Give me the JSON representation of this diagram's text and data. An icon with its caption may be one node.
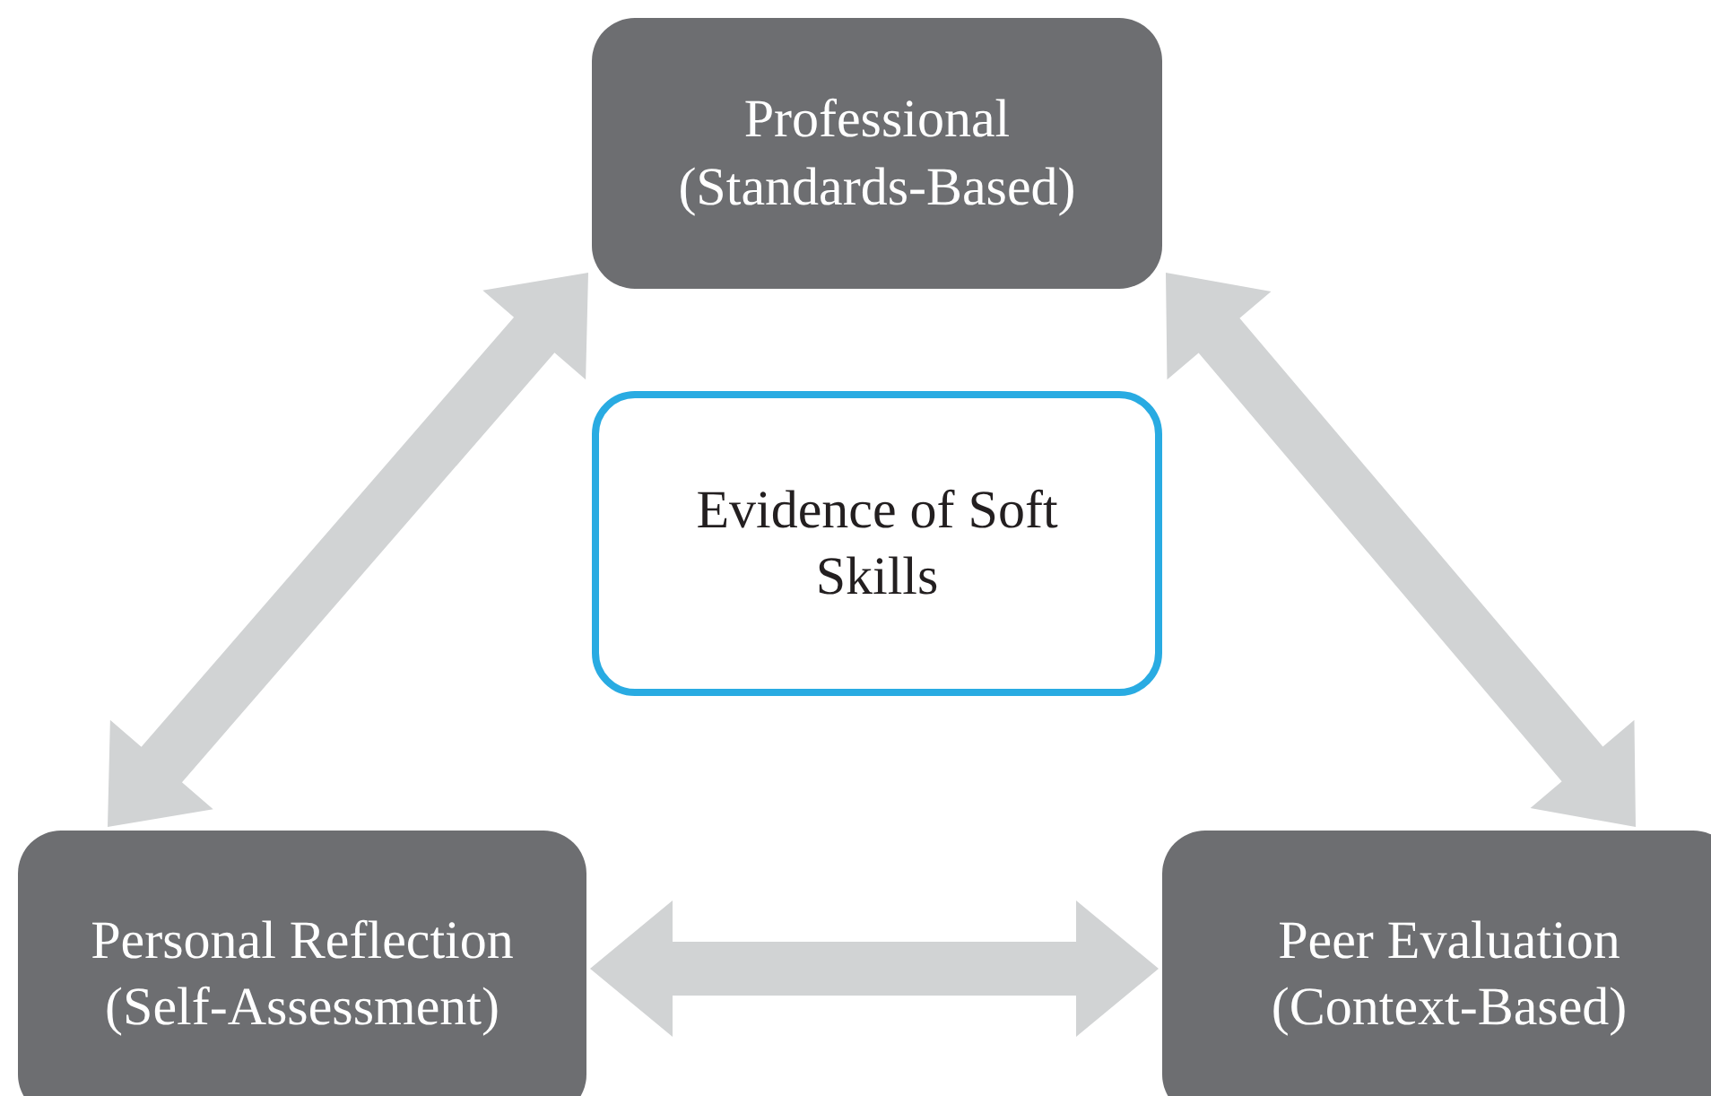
{
  "diagram": {
    "nodes": [
      {
        "text": [
          "Professional (Standards-Based)"
        ]
      },
      {
        "text": [
          "Evidence of Soft Skills"
        ]
      },
      {
        "text": [
          "Personal Reflection (Self-Assessment)"
        ]
      },
      {
        "text": [
          "Peer Evaluation (Context-Based)"
        ]
      }
    ],
    "edges": [
      {
        "from": 2,
        "to": 0,
        "arrow": "both"
      },
      {
        "from": 0,
        "to": 3,
        "arrow": "both"
      },
      {
        "from": 2,
        "to": 3,
        "arrow": "both"
      }
    ]
  }
}
